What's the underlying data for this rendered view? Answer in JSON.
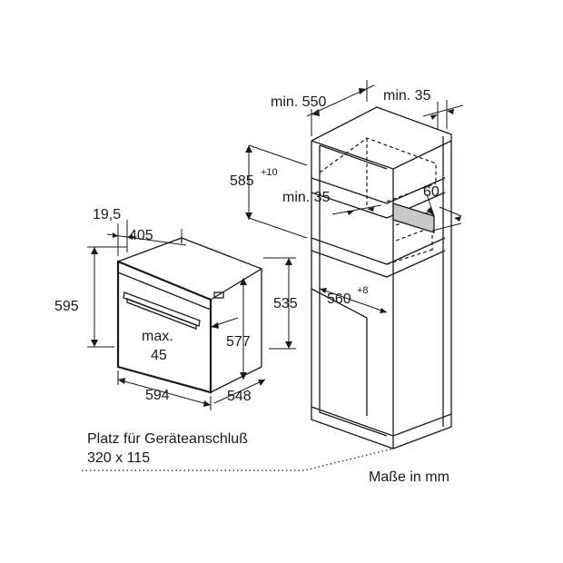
{
  "dimensions": {
    "oven_width": "594",
    "oven_height": "595",
    "oven_depth": "548",
    "oven_front_offset": "19,5",
    "oven_top_depth": "405",
    "oven_inner_height": "577",
    "oven_body_height": "535",
    "max_label": "max.",
    "max_value": "45",
    "cabinet_depth": "min. 550",
    "cabinet_wall": "min. 35",
    "niche_height": "585",
    "niche_height_tol": "+10",
    "niche_offset": "min. 35",
    "vent_height": "60",
    "niche_width": "560",
    "niche_width_tol": "+8"
  },
  "notes": {
    "connection_line1": "Platz für Geräteanschluß",
    "connection_line2": "320 x 115",
    "units": "Maße in mm"
  }
}
